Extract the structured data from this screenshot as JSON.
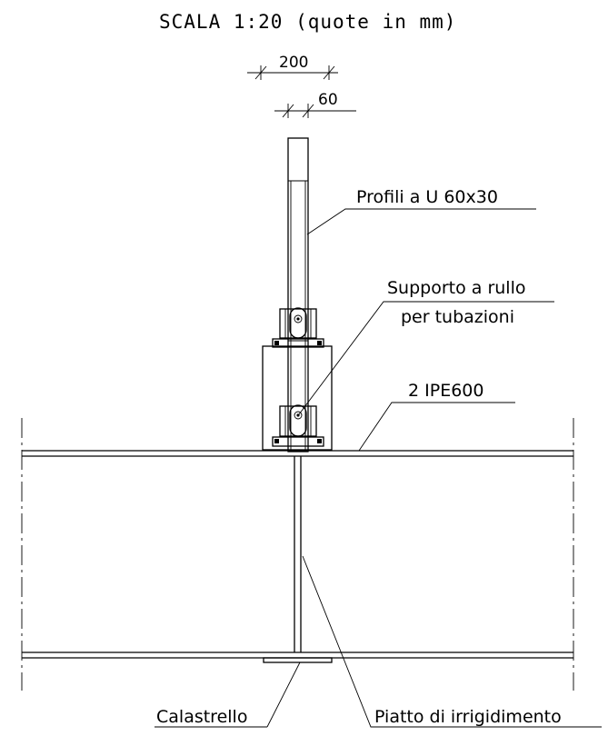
{
  "title": "SCALA 1:20 (quote in mm)",
  "dimensions": {
    "overall": "200",
    "profile": "60"
  },
  "labels": {
    "profiles": "Profili a U 60x30",
    "roller_line1": "Supporto a rullo",
    "roller_line2": "per tubazioni",
    "beam": "2 IPE600",
    "batten": "Calastrello",
    "stiffener": "Piatto di irrigidimento"
  }
}
